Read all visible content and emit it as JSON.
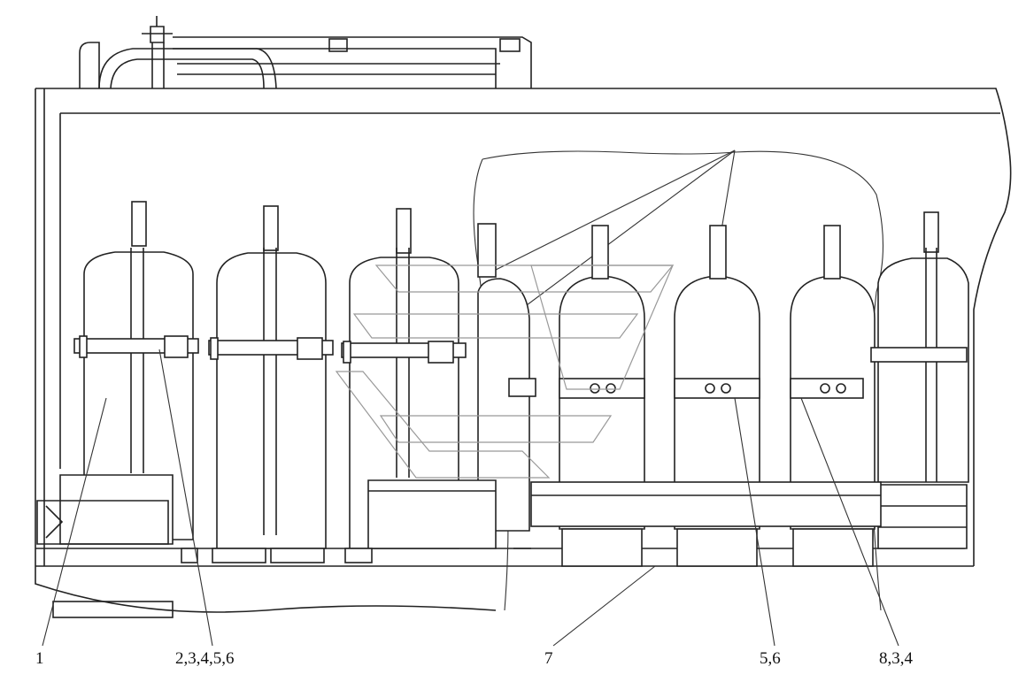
{
  "callouts": [
    {
      "id": "c1",
      "label": "1"
    },
    {
      "id": "c2",
      "label": "2,3,4,5,6"
    },
    {
      "id": "c3",
      "label": "7"
    },
    {
      "id": "c4",
      "label": "5,6"
    },
    {
      "id": "c5",
      "label": "8,3,4"
    }
  ],
  "colors": {
    "line": "#222222",
    "background": "#ffffff",
    "watermark": "#999999"
  }
}
